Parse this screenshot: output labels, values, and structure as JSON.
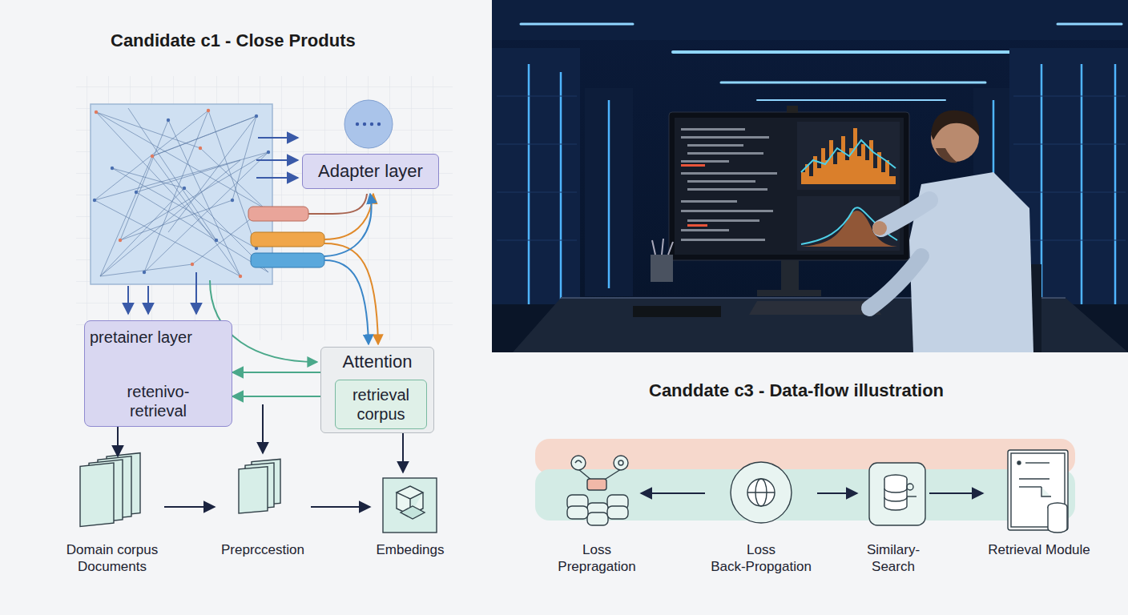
{
  "diagram": {
    "title": "Candidate c1 - Close Produts",
    "nodes": [
      {
        "text": [
          "Adapter layer"
        ]
      },
      {
        "text": [
          "pretainer layer",
          "retenivo- retrieval"
        ]
      },
      {
        "text": [
          "Attention"
        ]
      },
      {
        "text": [
          "retrieval corpus"
        ],
        "in": 2
      },
      {
        "text": [
          "Domain corpus Documents"
        ]
      },
      {
        "text": [
          "Preprccestion"
        ]
      },
      {
        "text": [
          "Embedings"
        ]
      },
      {
        "text": [
          "Loss Prepragation"
        ]
      },
      {
        "text": [
          "Loss Back-Propgation"
        ]
      },
      {
        "text": [
          "Similary- Search"
        ]
      },
      {
        "text": [
          "Retrieval Module"
        ]
      }
    ],
    "edges": [
      {
        "from": 2,
        "to": 1,
        "arrow": "to"
      },
      {
        "from": 1,
        "to": 3,
        "arrow": "both"
      },
      {
        "from": 1,
        "to": 4,
        "arrow": "to"
      },
      {
        "from": 2,
        "to": 6,
        "arrow": "to"
      },
      {
        "from": 4,
        "to": 5,
        "arrow": "to"
      },
      {
        "from": 5,
        "to": 6,
        "arrow": "to"
      },
      {
        "from": 8,
        "to": 7,
        "arrow": "to"
      },
      {
        "from": 8,
        "to": 9,
        "arrow": "to"
      },
      {
        "from": 9,
        "to": 10,
        "arrow": "to"
      }
    ],
    "labels": [
      "Canddate c3 - Data-flow illustration"
    ]
  }
}
